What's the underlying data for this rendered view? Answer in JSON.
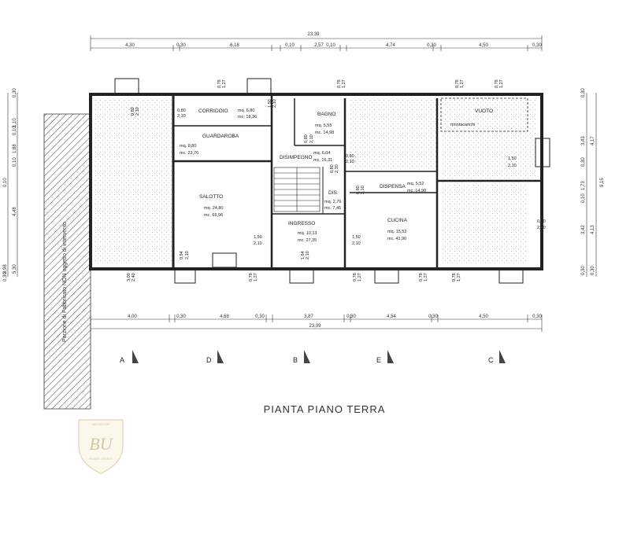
{
  "title": "PIANTA PIANO TERRA",
  "side_note": "Porzione di Fabbricato NON oggetto di intervento",
  "dims_top_total": "23,39",
  "dims_top": [
    "4,30",
    "0,30",
    "6,18",
    "0,10",
    "2,57",
    "0,10",
    "4,74",
    "0,30",
    "4,50",
    "0,30"
  ],
  "dims_bottom_total": "23,09",
  "dims_bottom": [
    "4,00",
    "0,30",
    "4,68",
    "0,30",
    "3,87",
    "0,30",
    "4,54",
    "0,30",
    "4,50",
    "0,30"
  ],
  "dims_left": [
    "0,30",
    "1,10",
    "0,10",
    "1,88",
    "0,10",
    "4,48",
    "5,30",
    "0,30",
    "0,10",
    "8,98"
  ],
  "dims_right": [
    "0,30",
    "3,43",
    "4,17",
    "0,30",
    "1,73",
    "0,10",
    "4,13",
    "3,42",
    "9,15",
    "0,30",
    "0,30"
  ],
  "rooms": [
    {
      "name": "CORRIDOIO",
      "mq": "mq. 6,80",
      "mc": "mc. 18,36"
    },
    {
      "name": "BAGNO",
      "mq": "mq. 5,55",
      "mc": "mc. 14,98"
    },
    {
      "name": "GUARDAROBA",
      "mq": "mq. 8,80",
      "mc": "mc. 23,76"
    },
    {
      "name": "DISIMPEGNO",
      "mq": "mq. 6,04",
      "mc": "mc. 16,31"
    },
    {
      "name": "DISPENSA",
      "mq": "mq. 5,52",
      "mc": "mc. 14,90"
    },
    {
      "name": "SALOTTO",
      "mq": "mq. 24,80",
      "mc": "mc. 66,96"
    },
    {
      "name": "DIS.",
      "mq": "mq. 2,76",
      "mc": "mc. 7,45"
    },
    {
      "name": "INGRESSO",
      "mq": "mq. 10,13",
      "mc": "mc. 27,35"
    },
    {
      "name": "CUCINA",
      "mq": "mq. 15,52",
      "mc": "mc. 41,90"
    }
  ],
  "vuoto": "VUOTO",
  "montacarichi": "montacarichi",
  "door_labels": [
    "0,80",
    "2,10",
    "0,80",
    "2,10",
    "0,80",
    "2,10",
    "0,80",
    "2,10",
    "0,80",
    "2,10",
    "1,50",
    "2,10",
    "1,50",
    "2,10",
    "1,50",
    "2,10",
    "0,94",
    "2,10",
    "0,80",
    "2,10",
    "1,64",
    "2,10",
    "3,00",
    "2,40",
    "1,50",
    "2,10",
    "0,80",
    "2,10"
  ],
  "window_labels": [
    "0,78",
    "1,27",
    "0,78",
    "1,27",
    "0,78",
    "1,27",
    "0,78",
    "1,27",
    "0,78",
    "1,27",
    "0,78",
    "1,27",
    "0,78",
    "1,27",
    "0,78",
    "1,27"
  ],
  "section_labels": [
    "A",
    "D",
    "B",
    "E",
    "C"
  ],
  "logo": {
    "initials": "BU",
    "top_text": "IMMOBILIARE",
    "bottom_text": "PRIVATE BROKER"
  }
}
